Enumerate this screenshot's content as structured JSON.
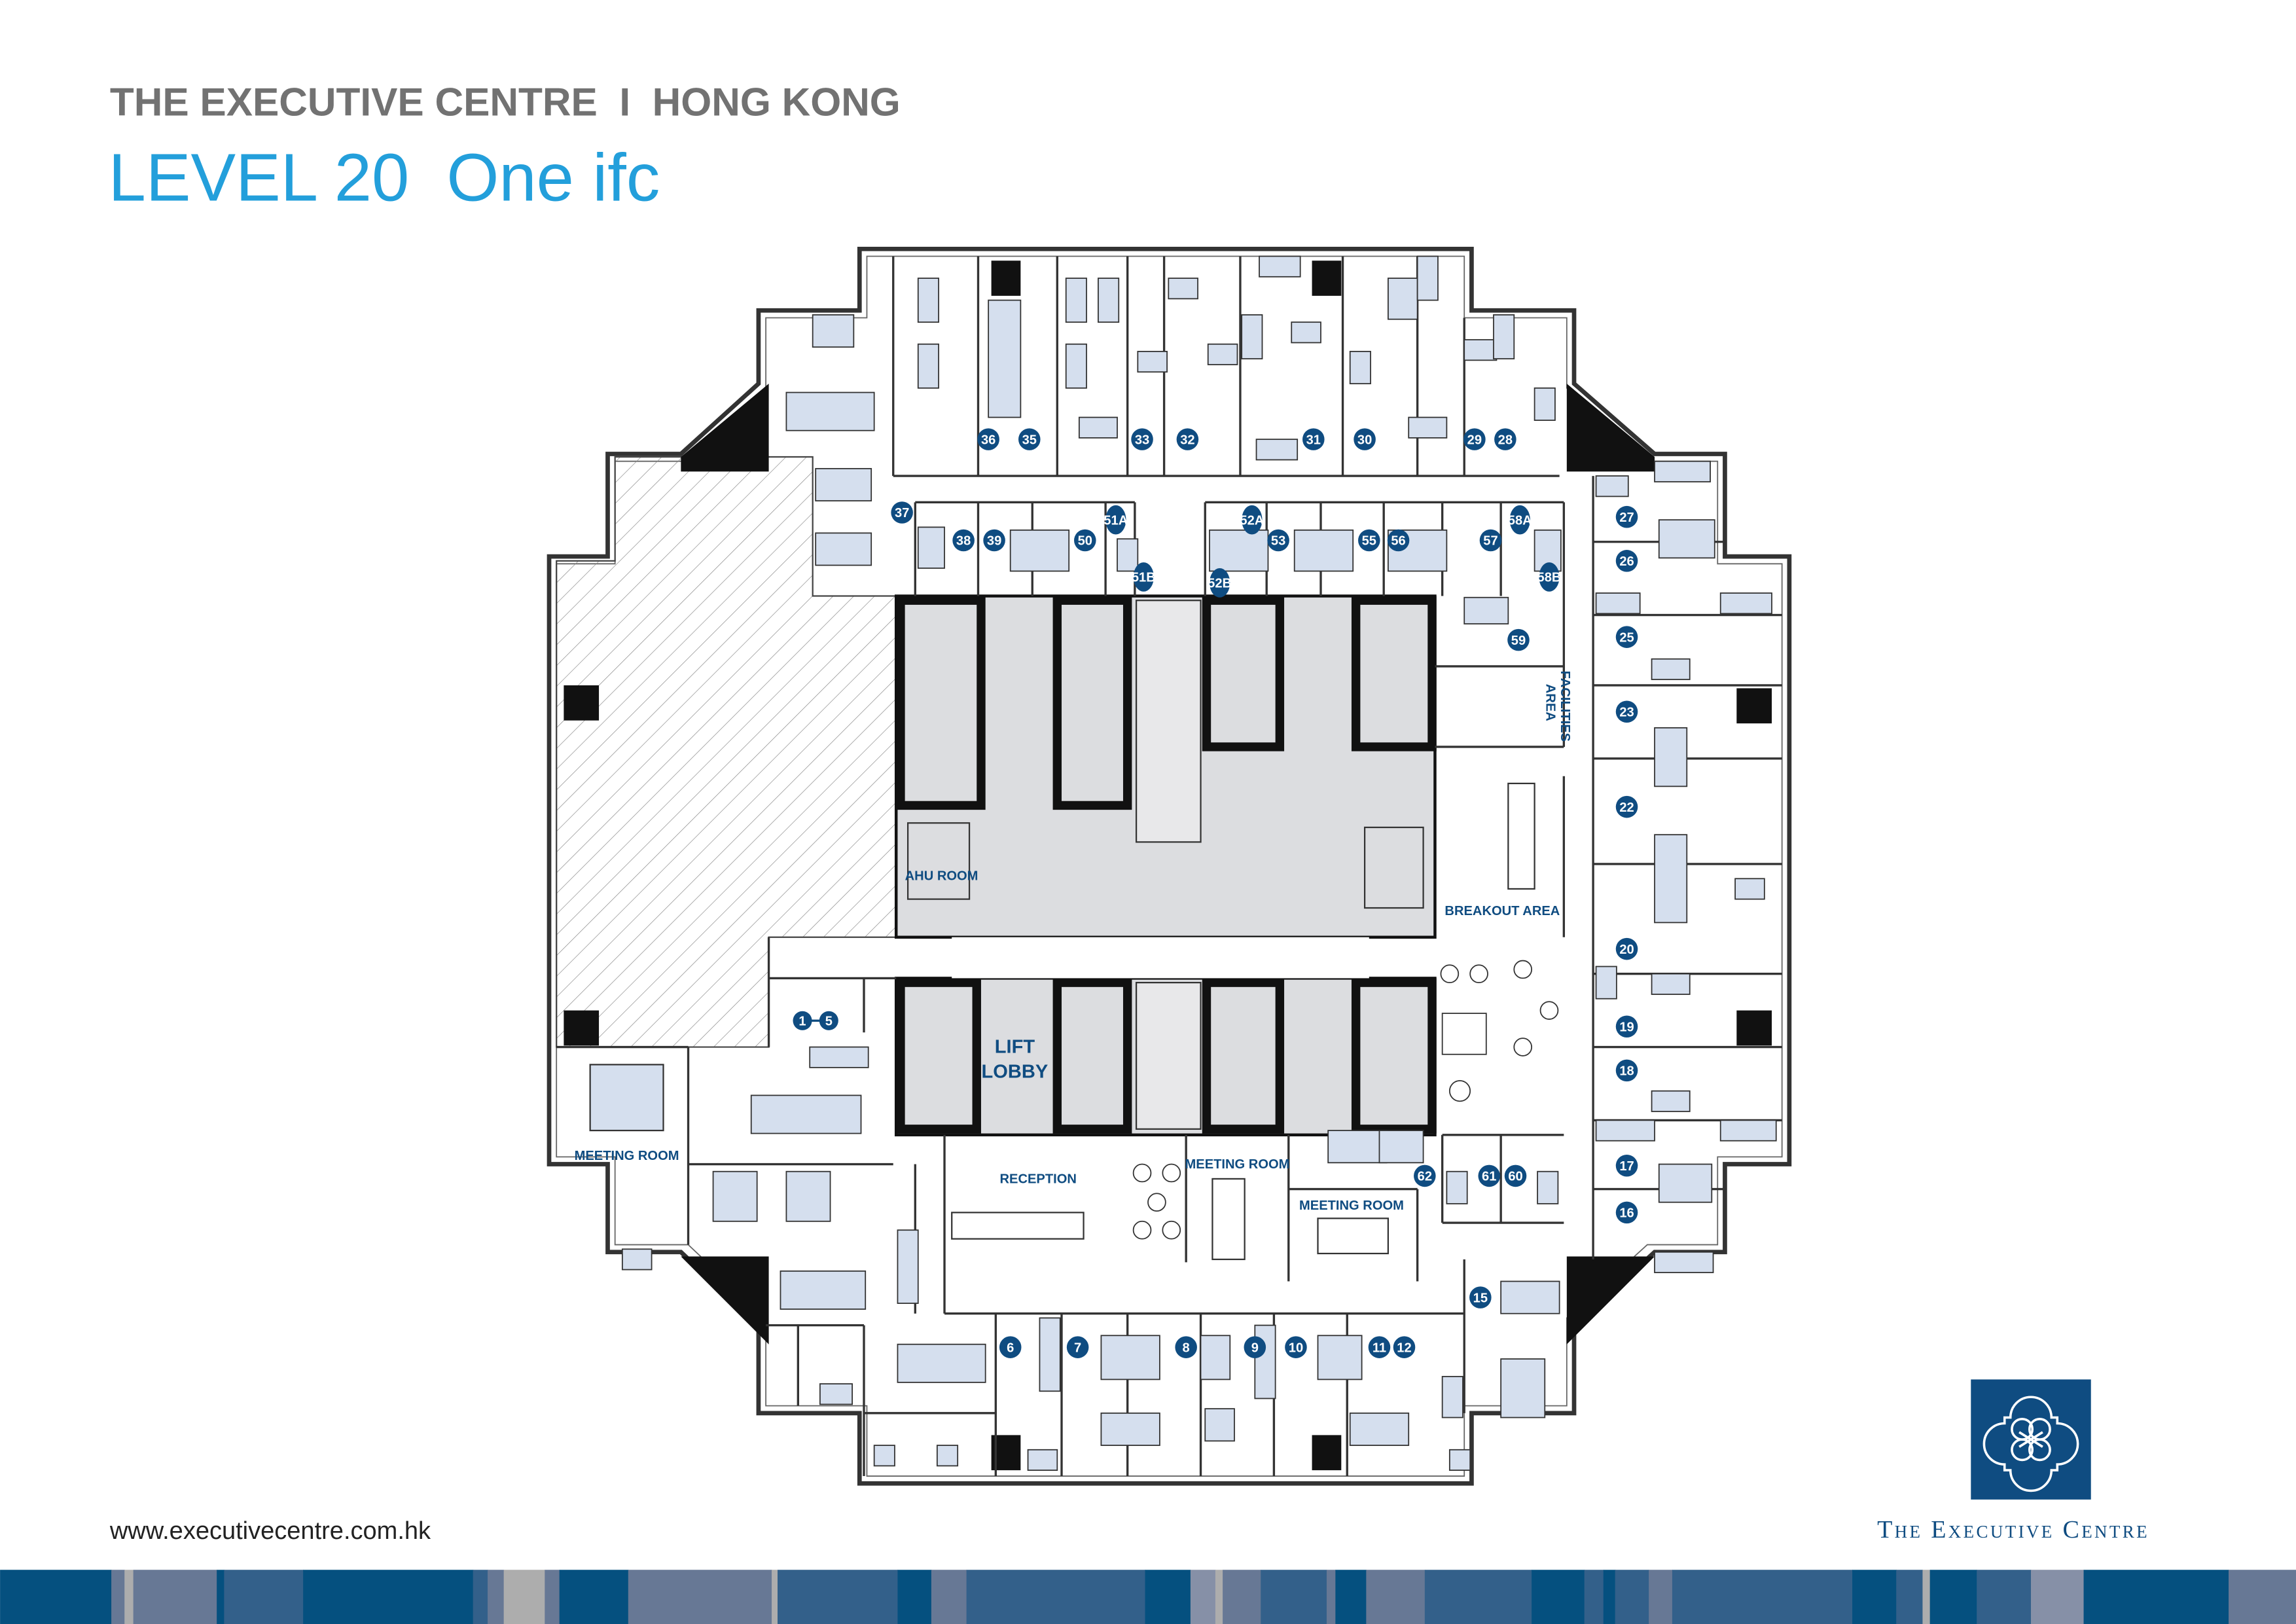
{
  "header": {
    "company_line": "THE EXECUTIVE CENTRE  I  HONG KONG",
    "title": "LEVEL 20  One ifc"
  },
  "footer": {
    "url": "www.executivecentre.com.hk",
    "brand_name": "The Executive Centre"
  },
  "colors": {
    "title_blue": "#239fdb",
    "header_gray": "#727272",
    "brand_navy": "#0f4c81",
    "desk_fill": "#d5dfee",
    "core_gray": "#dcdde0"
  },
  "plan": {
    "areas": {
      "ahu_room": "AHU ROOM",
      "lift_lobby_1": "LIFT",
      "lift_lobby_2": "LOBBY",
      "breakout_area": "BREAKOUT AREA",
      "facilities_1": "FACILITIES",
      "facilities_2": "AREA",
      "reception": "RECEPTION",
      "meeting_room_centre": "MEETING ROOM",
      "meeting_room_east": "MEETING ROOM",
      "meeting_room_west": "MEETING ROOM"
    },
    "office_numbers": [
      "1-5",
      "6",
      "7",
      "8",
      "9",
      "10",
      "11",
      "12",
      "15",
      "16",
      "17",
      "18",
      "19",
      "20",
      "22",
      "23",
      "25",
      "26",
      "27",
      "28",
      "29",
      "30",
      "31",
      "32",
      "33",
      "35",
      "36",
      "37",
      "38",
      "39",
      "50",
      "51A",
      "51B",
      "52A",
      "52B",
      "53",
      "55",
      "56",
      "57",
      "58A",
      "58B",
      "59",
      "60",
      "61",
      "62"
    ]
  }
}
